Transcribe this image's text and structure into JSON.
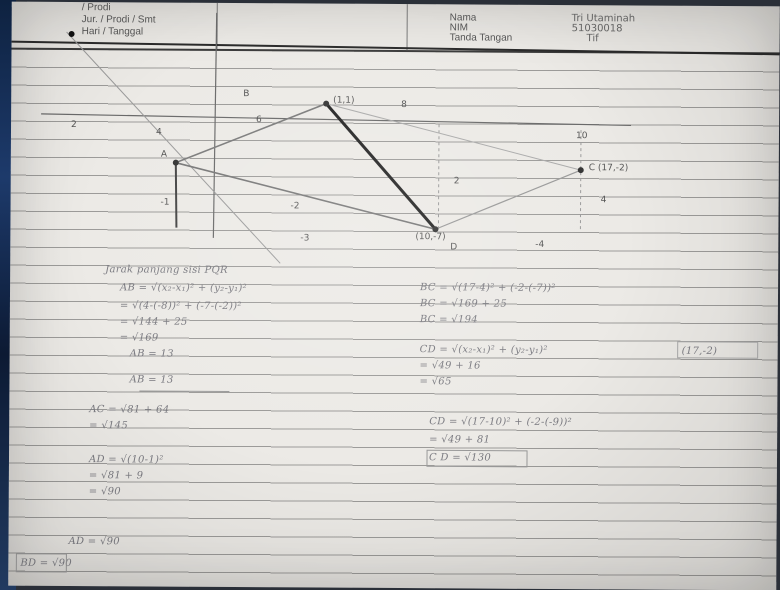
{
  "header": {
    "left_lines": [
      "/ Prodi",
      "Jur. / Prodi / Smt",
      "Hari / Tanggal"
    ],
    "right_labels": [
      "Nama",
      "NIM",
      "Tanda Tangan"
    ],
    "right_values": [
      "Tri Utaminah",
      "51030018",
      "Tif"
    ]
  },
  "graph": {
    "point_labels": [
      "A",
      "(1,1)",
      "(10,-7)",
      "B",
      "C (17,-2)",
      "D"
    ],
    "tick_labels": [
      "2",
      "4",
      "6",
      "8",
      "10",
      "-1",
      "-2",
      "-3",
      "-4",
      "2",
      "4"
    ]
  },
  "worksheet": {
    "left_column": [
      "Jarak panjang sisi PQR",
      "AB  =  √(x₂-x₁)² + (y₂-y₁)²",
      "     =  √(4-(-8))² + (-7-(-2))²",
      "     =  √144 + 25",
      "     =  √169",
      "AB  =  13",
      "AB  = 13",
      "AC  =  √81 + 64",
      "     =  √145",
      "AD  =  √(10-1)²",
      "     =  √81 + 9",
      "     =  √90",
      "AD  =  √90",
      "BD  =  √90"
    ],
    "right_column": [
      "BC  =  √(17-4)² + (-2-(-7))²",
      "BC  =  √169 + 25",
      "BC  =  √194",
      "CD  =  √(x₂-x₁)² + (y₂-y₁)²",
      "     =  √49 + 16",
      "     =  √65",
      "(17,-2)",
      "CD  =  √(17-10)² + (-2-(-9))²",
      "     =  √49 + 81",
      "C D =  √130"
    ]
  }
}
